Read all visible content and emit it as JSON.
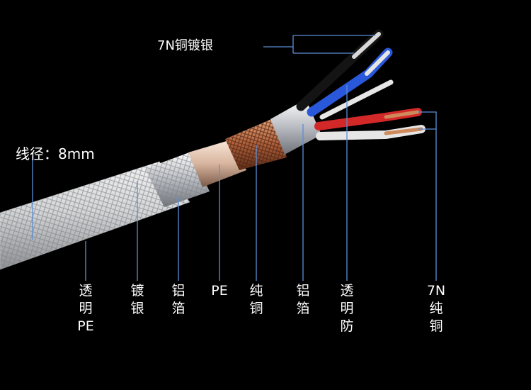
{
  "top_label": "7N铜镀银",
  "diameter_label": "线径：8mm",
  "labels": [
    {
      "id": "transparent-pe",
      "text": "透\n明\nPE"
    },
    {
      "id": "silver-plated",
      "text": "镀\n银"
    },
    {
      "id": "aluminum-foil-outer",
      "text": "铝\n箔"
    },
    {
      "id": "pe",
      "text": "PE"
    },
    {
      "id": "pure-copper",
      "text": "纯\n铜"
    },
    {
      "id": "aluminum-foil-inner",
      "text": "铝\n箔"
    },
    {
      "id": "transparent-protective",
      "text": "透\n明\n防"
    },
    {
      "id": "7n-pure-copper",
      "text": "7N\n纯\n铜"
    }
  ],
  "colors": {
    "background": "#000000",
    "leader_line": "#5b8fd6",
    "label_text": "#ffffff",
    "jacket": "#d8d8d8",
    "copper_braid": "#b86a3e",
    "foil": "#c9ccd2",
    "wire_black": "#151515",
    "wire_blue": "#2856d8",
    "wire_red": "#d42a2a",
    "wire_white": "#e8e8e8"
  }
}
